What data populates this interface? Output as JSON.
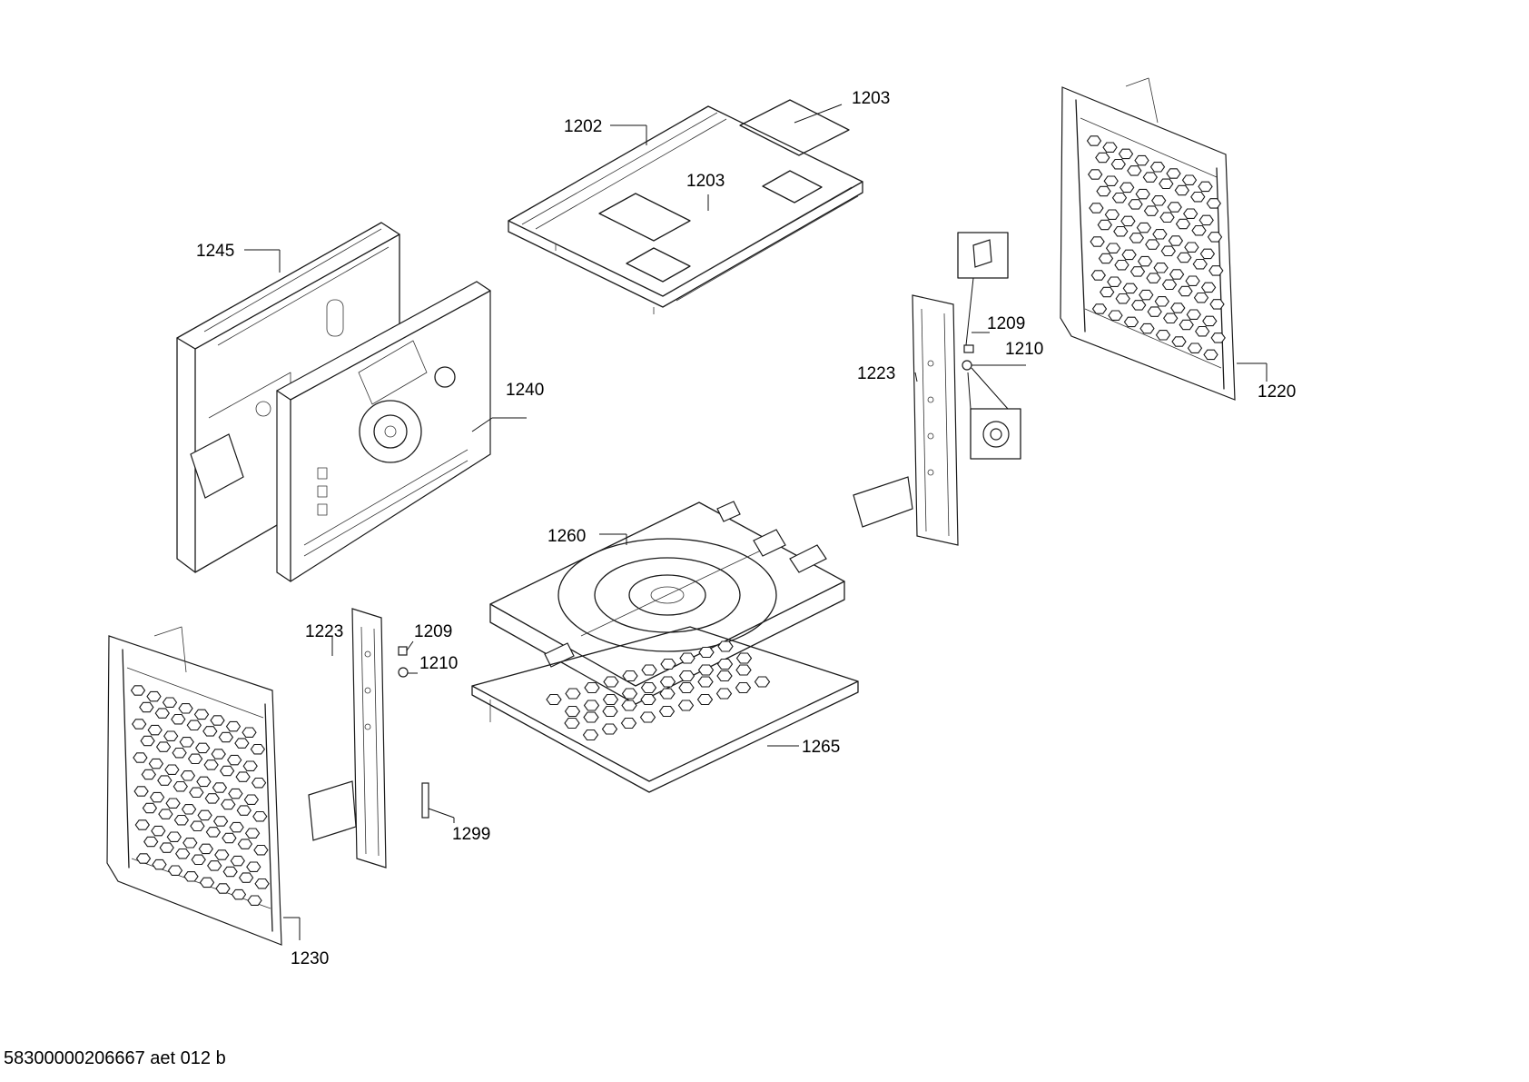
{
  "labels": {
    "p1202": "1202",
    "p1203_top": "1203",
    "p1203_mid": "1203",
    "p1245": "1245",
    "p1240": "1240",
    "p1223_right": "1223",
    "p1209_right": "1209",
    "p1210_right": "1210",
    "p1220": "1220",
    "p1260": "1260",
    "p1223_left": "1223",
    "p1209_left": "1209",
    "p1210_left": "1210",
    "p1265": "1265",
    "p1299": "1299",
    "p1230": "1230"
  },
  "document_id": "58300000206667 aet 012 b"
}
